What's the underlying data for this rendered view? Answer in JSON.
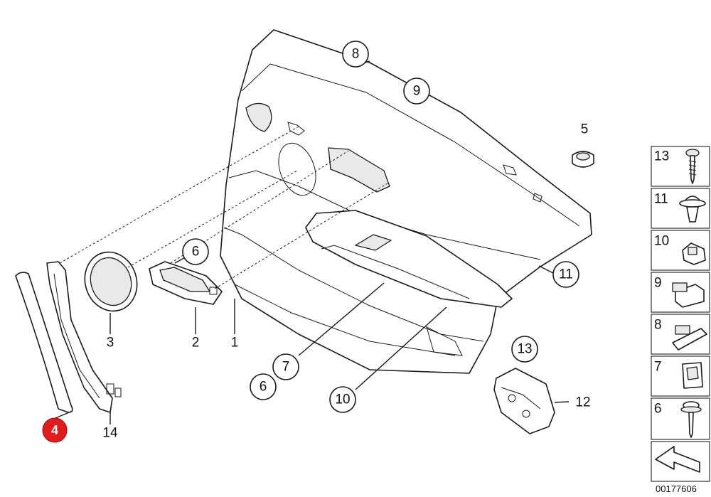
{
  "diagram": {
    "document_id": "00177606",
    "callouts": [
      {
        "id": "c8",
        "label": "8"
      },
      {
        "id": "c9",
        "label": "9"
      },
      {
        "id": "c6top",
        "label": "6"
      },
      {
        "id": "c11",
        "label": "11"
      },
      {
        "id": "c13",
        "label": "13"
      },
      {
        "id": "c7",
        "label": "7"
      },
      {
        "id": "c6bot",
        "label": "6"
      },
      {
        "id": "c10",
        "label": "10"
      }
    ],
    "plain_labels": [
      {
        "id": "p5",
        "label": "5"
      },
      {
        "id": "p3",
        "label": "3"
      },
      {
        "id": "p2",
        "label": "2"
      },
      {
        "id": "p1",
        "label": "1"
      },
      {
        "id": "p14",
        "label": "14"
      },
      {
        "id": "p12",
        "label": "12"
      }
    ],
    "highlight": {
      "label": "4",
      "color": "#e21b1b"
    },
    "legend": [
      {
        "label": "13",
        "icon": "screw-icon"
      },
      {
        "label": "11",
        "icon": "expanding-rivet-icon"
      },
      {
        "label": "10",
        "icon": "clip-nut-icon"
      },
      {
        "label": "9",
        "icon": "retaining-clip-icon"
      },
      {
        "label": "8",
        "icon": "flat-clip-icon"
      },
      {
        "label": "7",
        "icon": "spreading-nut-icon"
      },
      {
        "label": "6",
        "icon": "collar-screw-icon"
      }
    ]
  }
}
